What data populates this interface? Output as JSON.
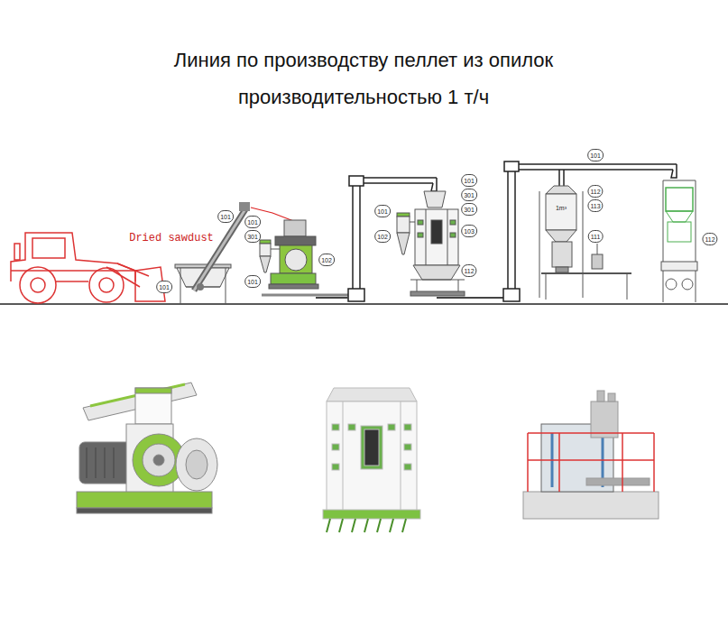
{
  "diagram": {
    "title": "Линия по производству пеллет из опилок производительностью 1 т/ч",
    "labels": [
      "Dried sawdust",
      "101",
      "101",
      "101",
      "301",
      "101",
      "102",
      "101",
      "102",
      "101",
      "301",
      "301",
      "103",
      "112",
      "101",
      "112",
      "113",
      "1m³",
      "111",
      "112"
    ]
  }
}
